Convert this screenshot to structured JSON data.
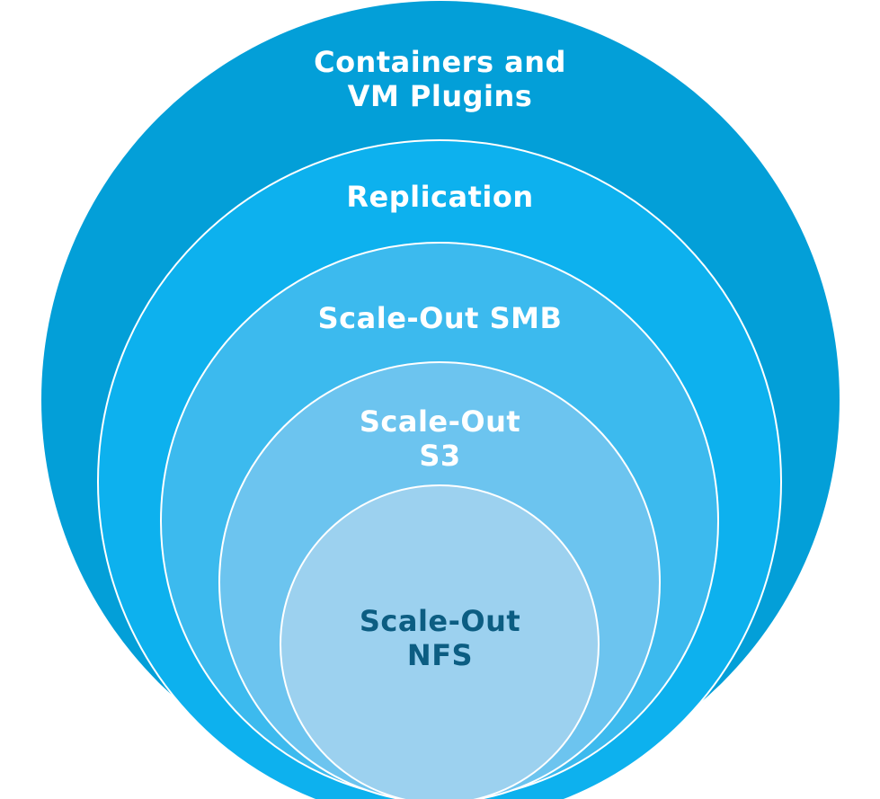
{
  "diagram": {
    "type": "nested-circles",
    "layers": [
      {
        "id": "containers",
        "lines": [
          "Containers and",
          "VM Plugins"
        ],
        "fill": "#039fd8",
        "text_color": "#ffffff"
      },
      {
        "id": "replication",
        "lines": [
          "Replication"
        ],
        "fill": "#0db1ee",
        "text_color": "#ffffff"
      },
      {
        "id": "smb",
        "lines": [
          "Scale-Out SMB"
        ],
        "fill": "#3cbaee",
        "text_color": "#ffffff"
      },
      {
        "id": "s3",
        "lines": [
          "Scale-Out",
          "S3"
        ],
        "fill": "#6cc4ef",
        "text_color": "#ffffff"
      },
      {
        "id": "nfs",
        "lines": [
          "Scale-Out",
          "NFS"
        ],
        "fill": "#9cd1ef",
        "text_color": "#0c5d82"
      }
    ],
    "ring_stroke": "#ffffff"
  }
}
